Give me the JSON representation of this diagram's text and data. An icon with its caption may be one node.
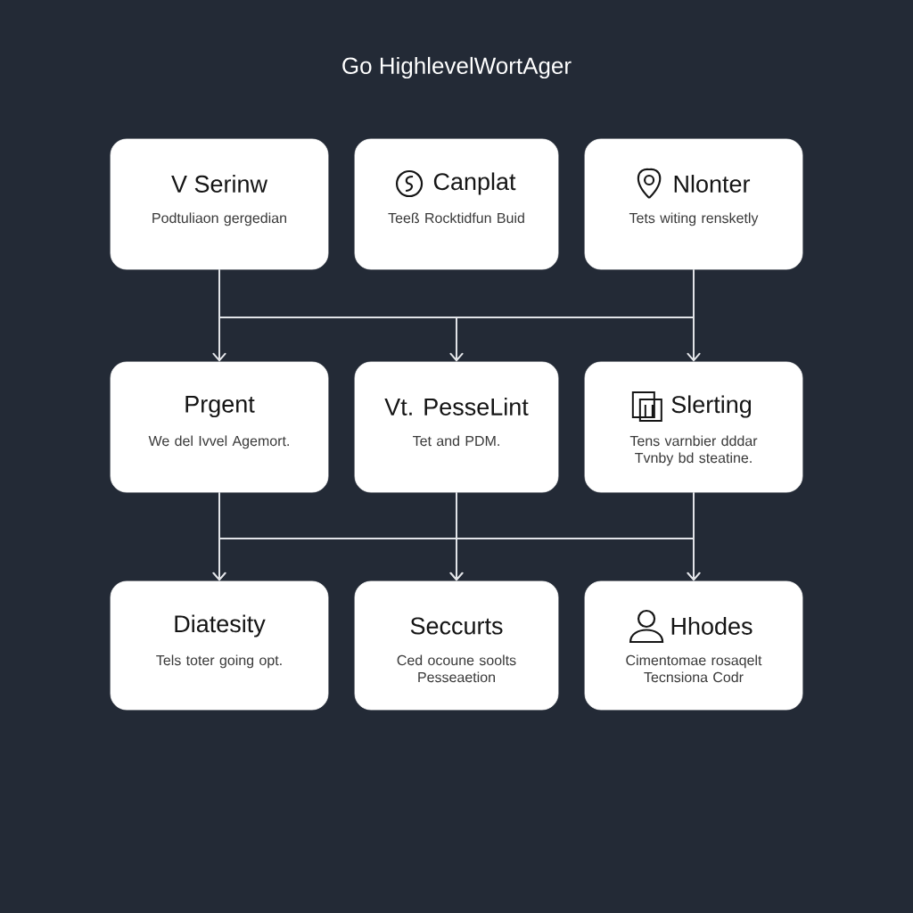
{
  "diagram": {
    "title": "Go HighlevelWortAger",
    "nodes": [
      {
        "text": [
          "V Serinw",
          "Podtuliaon gergedian"
        ]
      },
      {
        "text": [
          "Canplat",
          "Teeß Rocktidfun Buid"
        ]
      },
      {
        "text": [
          "Nlonter",
          "Tets witing rensketly"
        ]
      },
      {
        "text": [
          "Prgent",
          "We del Ivvel Agemort."
        ]
      },
      {
        "text": [
          "Vt. PesseLint",
          "Tet and PDM."
        ]
      },
      {
        "text": [
          "Slerting",
          "Tens varnbier dddar Tvnby bd steatine."
        ]
      },
      {
        "text": [
          "Diatesity",
          "Tels toter going opt."
        ]
      },
      {
        "text": [
          "Seccurts",
          "Ced ocoune soolts Pesseaetion"
        ]
      },
      {
        "text": [
          "Hhodes",
          "Cimentomae rosaqelt Tecnsiona Codr"
        ]
      }
    ],
    "edges": [
      {
        "from": 0,
        "to": 3,
        "arrow": "to"
      },
      {
        "from": 0,
        "to": 4,
        "arrow": "to"
      },
      {
        "from": 0,
        "to": 5,
        "arrow": "to"
      },
      {
        "from": 2,
        "to": 3,
        "arrow": "to"
      },
      {
        "from": 2,
        "to": 4,
        "arrow": "to"
      },
      {
        "from": 2,
        "to": 5,
        "arrow": "to"
      },
      {
        "from": 3,
        "to": 6,
        "arrow": "to"
      },
      {
        "from": 3,
        "to": 7,
        "arrow": "to"
      },
      {
        "from": 3,
        "to": 8,
        "arrow": "to"
      },
      {
        "from": 4,
        "to": 6,
        "arrow": "to"
      },
      {
        "from": 4,
        "to": 7,
        "arrow": "to"
      },
      {
        "from": 4,
        "to": 8,
        "arrow": "to"
      },
      {
        "from": 5,
        "to": 6,
        "arrow": "to"
      },
      {
        "from": 5,
        "to": 7,
        "arrow": "to"
      },
      {
        "from": 5,
        "to": 8,
        "arrow": "to"
      }
    ]
  }
}
